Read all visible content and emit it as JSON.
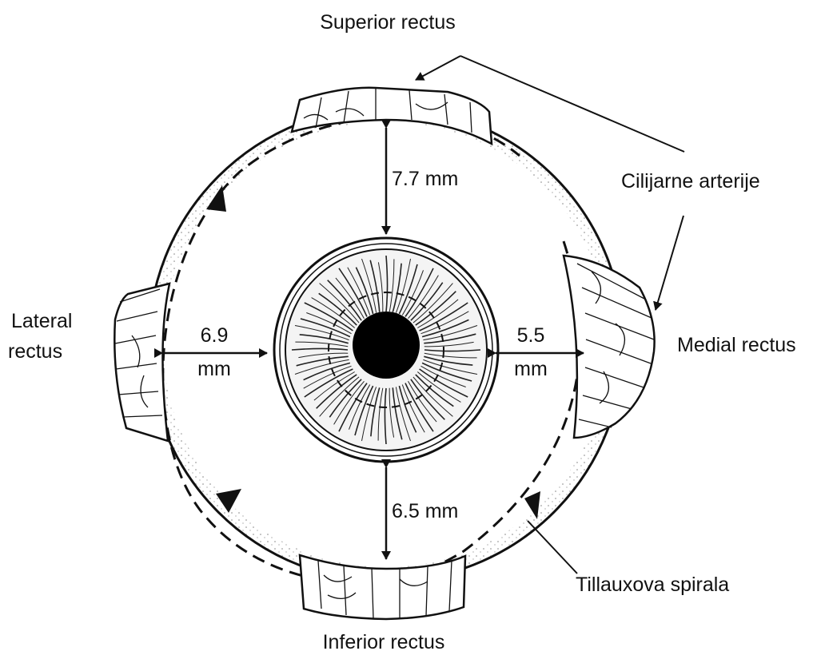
{
  "labels": {
    "superior_rectus": "Superior rectus",
    "inferior_rectus": "Inferior rectus",
    "medial_rectus": "Medial rectus",
    "lateral_rectus_line1": "Lateral",
    "lateral_rectus_line2": "rectus",
    "ciliary_arteries": "Cilijarne arterije",
    "spiral_of_tillaux": "Tillauxova spirala"
  },
  "measurements": {
    "superior": "7.7 mm",
    "inferior": "6.5 mm",
    "lateral_value": "6.9",
    "lateral_unit": "mm",
    "medial_value": "5.5",
    "medial_unit": "mm"
  }
}
